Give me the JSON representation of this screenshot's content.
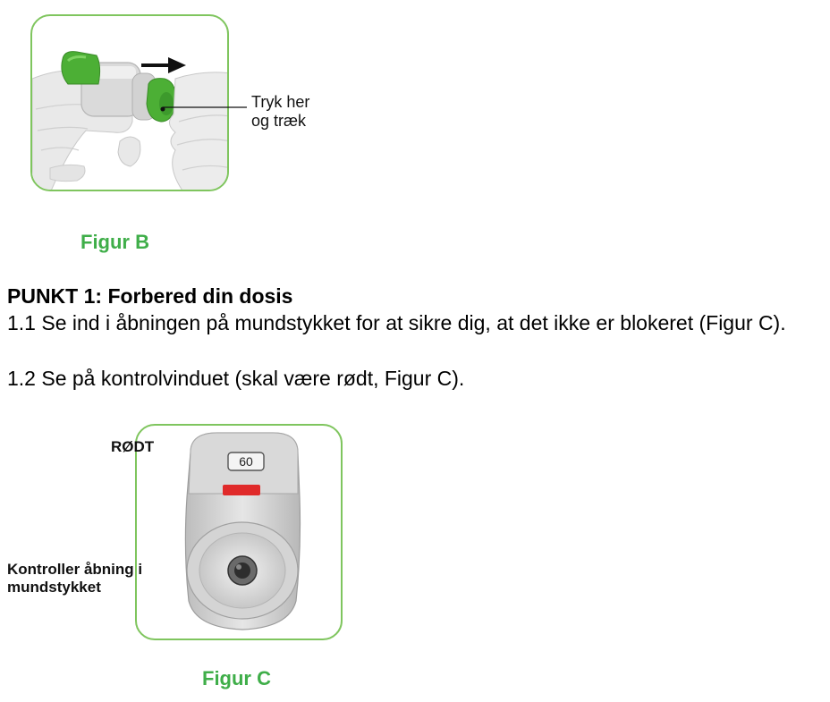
{
  "figure_b": {
    "callout": [
      "Tryk her",
      "og træk"
    ],
    "caption": "Figur B"
  },
  "section": {
    "heading": "PUNKT 1: Forbered din dosis",
    "step_1": "1.1 Se ind i åbningen på mundstykket for at sikre dig, at det ikke er blokeret (Figur C).",
    "step_2": "1.2 Se på kontrolvinduet (skal være rødt, Figur C)."
  },
  "figure_c": {
    "label_window": "RØDT",
    "label_opening": [
      "Kontroller åbning i",
      "mundstykket"
    ],
    "counter": "60",
    "caption": "Figur C"
  },
  "colors": {
    "accent_green": "#3fae49",
    "frame_green": "#7fc55e",
    "device_green": "#4caf35",
    "window_red": "#e02a2a"
  },
  "icons": [
    "arrow-right-icon",
    "arrow-icon"
  ]
}
